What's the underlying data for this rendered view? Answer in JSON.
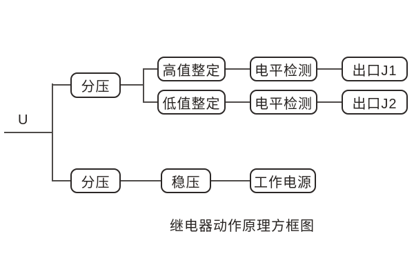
{
  "diagram": {
    "input_label": "U",
    "caption": "继电器动作原理方框图",
    "nodes": [
      {
        "id": "fenya-top",
        "label": "分压"
      },
      {
        "id": "gaozhi-zhengding",
        "label": "高值整定"
      },
      {
        "id": "dianping-jiance-1",
        "label": "电平检测"
      },
      {
        "id": "chukou-j1",
        "label": "出口J1"
      },
      {
        "id": "dizhi-zhengding",
        "label": "低值整定"
      },
      {
        "id": "dianping-jiance-2",
        "label": "电平检测"
      },
      {
        "id": "chukou-j2",
        "label": "出口J2"
      },
      {
        "id": "fenya-bottom",
        "label": "分压"
      },
      {
        "id": "wenya",
        "label": "稳压"
      },
      {
        "id": "gongzuo-dianyuan",
        "label": "工作电源"
      }
    ],
    "colors": {
      "line": "#4e4a48",
      "box_border": "#2b2726",
      "text": "#272321",
      "background": "#ffffff"
    }
  }
}
